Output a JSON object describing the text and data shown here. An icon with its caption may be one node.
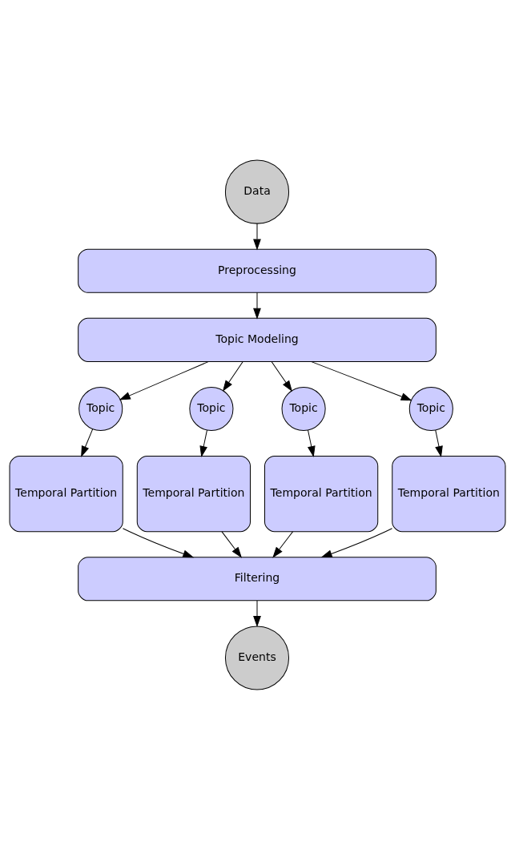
{
  "diagram": {
    "nodes": [
      {
        "text": [
          "Data"
        ]
      },
      {
        "text": [
          "Preprocessing"
        ]
      },
      {
        "text": [
          "Topic Modeling"
        ]
      },
      {
        "text": [
          "Topic"
        ]
      },
      {
        "text": [
          "Topic"
        ]
      },
      {
        "text": [
          "Topic"
        ]
      },
      {
        "text": [
          "Topic"
        ]
      },
      {
        "text": [
          "Temporal Partition"
        ]
      },
      {
        "text": [
          "Temporal Partition"
        ]
      },
      {
        "text": [
          "Temporal Partition"
        ]
      },
      {
        "text": [
          "Temporal Partition"
        ]
      },
      {
        "text": [
          "Filtering"
        ]
      },
      {
        "text": [
          "Events"
        ]
      }
    ],
    "edges": [
      {
        "from": 0,
        "to": 1,
        "arrow": "to"
      },
      {
        "from": 1,
        "to": 2,
        "arrow": "to"
      },
      {
        "from": 2,
        "to": 3,
        "arrow": "to"
      },
      {
        "from": 2,
        "to": 4,
        "arrow": "to"
      },
      {
        "from": 2,
        "to": 5,
        "arrow": "to"
      },
      {
        "from": 2,
        "to": 6,
        "arrow": "to"
      },
      {
        "from": 3,
        "to": 7,
        "arrow": "to"
      },
      {
        "from": 4,
        "to": 8,
        "arrow": "to"
      },
      {
        "from": 5,
        "to": 9,
        "arrow": "to"
      },
      {
        "from": 6,
        "to": 10,
        "arrow": "to"
      },
      {
        "from": 7,
        "to": 11,
        "arrow": "to"
      },
      {
        "from": 8,
        "to": 11,
        "arrow": "to"
      },
      {
        "from": 9,
        "to": 11,
        "arrow": "to"
      },
      {
        "from": 10,
        "to": 11,
        "arrow": "to"
      },
      {
        "from": 11,
        "to": 12,
        "arrow": "to"
      }
    ]
  }
}
